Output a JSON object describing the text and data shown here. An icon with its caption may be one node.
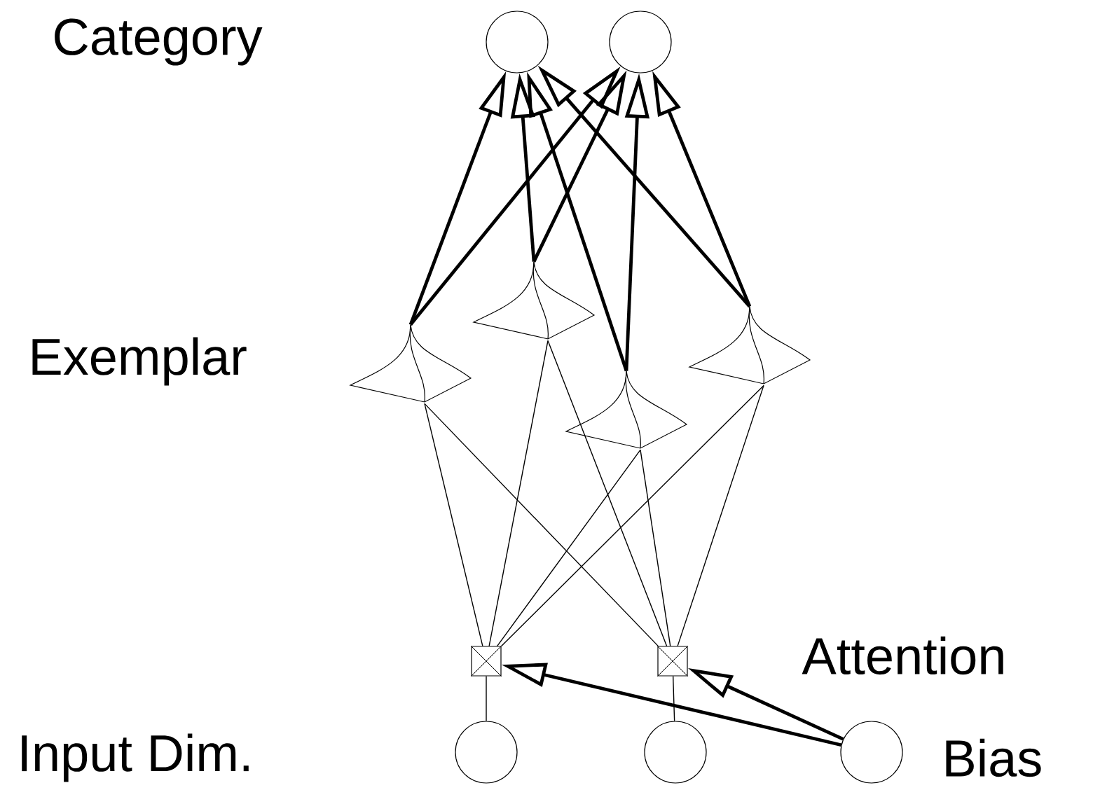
{
  "diagram": {
    "nodes": [
      {
        "text": [],
        "shape": "circle"
      },
      {
        "text": [],
        "shape": "circle"
      },
      {
        "text": [],
        "shape": "pyramid"
      },
      {
        "text": [],
        "shape": "pyramid"
      },
      {
        "text": [],
        "shape": "pyramid"
      },
      {
        "text": [],
        "shape": "pyramid"
      },
      {
        "text": [],
        "shape": "box"
      },
      {
        "text": [],
        "shape": "box"
      },
      {
        "text": [],
        "shape": "circle"
      },
      {
        "text": [],
        "shape": "circle"
      },
      {
        "text": [],
        "shape": "circle",
        "beside": [
          "Bias"
        ]
      }
    ],
    "edges": [
      {
        "from": 2,
        "to": 0,
        "arrow": "to",
        "style": "thick"
      },
      {
        "from": 2,
        "to": 1,
        "arrow": "to",
        "style": "thick"
      },
      {
        "from": 3,
        "to": 0,
        "arrow": "to",
        "style": "thick"
      },
      {
        "from": 3,
        "to": 1,
        "arrow": "to",
        "style": "thick"
      },
      {
        "from": 4,
        "to": 0,
        "arrow": "to",
        "style": "thick"
      },
      {
        "from": 4,
        "to": 1,
        "arrow": "to",
        "style": "thick"
      },
      {
        "from": 5,
        "to": 0,
        "arrow": "to",
        "style": "thick"
      },
      {
        "from": 5,
        "to": 1,
        "arrow": "to",
        "style": "thick"
      },
      {
        "from": 6,
        "to": 2,
        "arrow": "none"
      },
      {
        "from": 6,
        "to": 3,
        "arrow": "none"
      },
      {
        "from": 6,
        "to": 4,
        "arrow": "none"
      },
      {
        "from": 6,
        "to": 5,
        "arrow": "none"
      },
      {
        "from": 7,
        "to": 2,
        "arrow": "none"
      },
      {
        "from": 7,
        "to": 3,
        "arrow": "none"
      },
      {
        "from": 7,
        "to": 4,
        "arrow": "none"
      },
      {
        "from": 7,
        "to": 5,
        "arrow": "none"
      },
      {
        "from": 8,
        "to": 6,
        "arrow": "none"
      },
      {
        "from": 9,
        "to": 7,
        "arrow": "none"
      },
      {
        "from": 10,
        "to": 6,
        "arrow": "to",
        "style": "thick"
      },
      {
        "from": 10,
        "to": 7,
        "arrow": "to",
        "style": "thick"
      }
    ],
    "labels": [
      "Category",
      "Exemplar",
      "Attention",
      "Input Dim."
    ]
  }
}
